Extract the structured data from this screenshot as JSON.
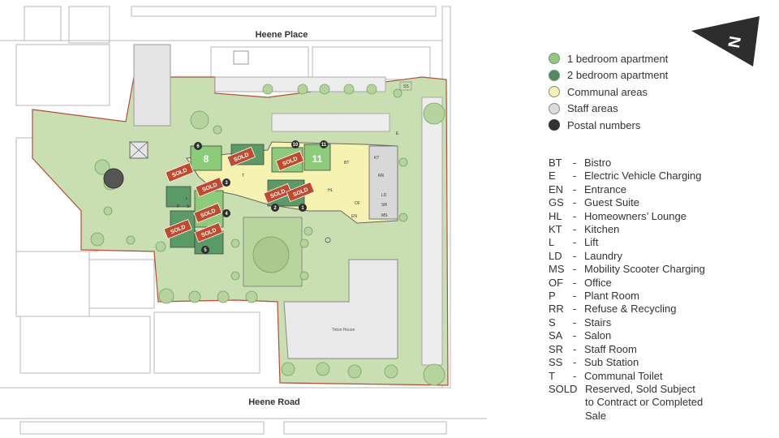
{
  "map": {
    "street_top": "Heene Place",
    "street_bottom": "Heene Road",
    "building_label": "Triton House",
    "apartment_numbers": [
      "8",
      "11"
    ],
    "postal_numbers": [
      "1",
      "2",
      "3",
      "4",
      "5",
      "6",
      "10",
      "11"
    ],
    "room_codes": [
      "BT",
      "HL",
      "KT",
      "RR",
      "LD",
      "SR",
      "MS",
      "OF",
      "EN",
      "E",
      "SS",
      "L",
      "P",
      "S",
      "T"
    ],
    "sold_badge": "SOLD",
    "colors": {
      "one_bedroom": "#8ccb7a",
      "two_bedroom": "#5a9a66",
      "communal": "#f6f3b0",
      "staff": "#d8d8d8",
      "postal": "#2d2d2d",
      "sold": "#c0492e",
      "grass": "#c9dfb2",
      "grass_dark": "#a9c98d",
      "boundary": "#b54b3b"
    }
  },
  "compass": {
    "letter": "N",
    "icon": "north-arrow-icon"
  },
  "legend": {
    "keys": [
      {
        "label": "1 bedroom apartment",
        "color": "#8ccb7a"
      },
      {
        "label": "2 bedroom apartment",
        "color": "#4f8c5c"
      },
      {
        "label": "Communal areas",
        "color": "#f6f3b0"
      },
      {
        "label": "Staff areas",
        "color": "#dcdcdc"
      },
      {
        "label": "Postal numbers",
        "color": "#333333"
      }
    ],
    "abbreviations": [
      {
        "code": "BT",
        "desc": "Bistro"
      },
      {
        "code": "E",
        "desc": "Electric Vehicle Charging"
      },
      {
        "code": "EN",
        "desc": "Entrance"
      },
      {
        "code": "GS",
        "desc": "Guest Suite"
      },
      {
        "code": "HL",
        "desc": "Homeowners’ Lounge"
      },
      {
        "code": "KT",
        "desc": "Kitchen"
      },
      {
        "code": "L",
        "desc": "Lift"
      },
      {
        "code": "LD",
        "desc": "Laundry"
      },
      {
        "code": "MS",
        "desc": "Mobility Scooter Charging"
      },
      {
        "code": "OF",
        "desc": "Office"
      },
      {
        "code": "P",
        "desc": "Plant Room"
      },
      {
        "code": "RR",
        "desc": "Refuse & Recycling"
      },
      {
        "code": "S",
        "desc": "Stairs"
      },
      {
        "code": "SA",
        "desc": "Salon"
      },
      {
        "code": "SR",
        "desc": "Staff Room"
      },
      {
        "code": "SS",
        "desc": "Sub Station"
      },
      {
        "code": "T",
        "desc": "Communal Toilet"
      }
    ],
    "sold": {
      "code": "SOLD",
      "desc": "Reserved, Sold Subject\nto Contract or Completed\nSale"
    }
  }
}
